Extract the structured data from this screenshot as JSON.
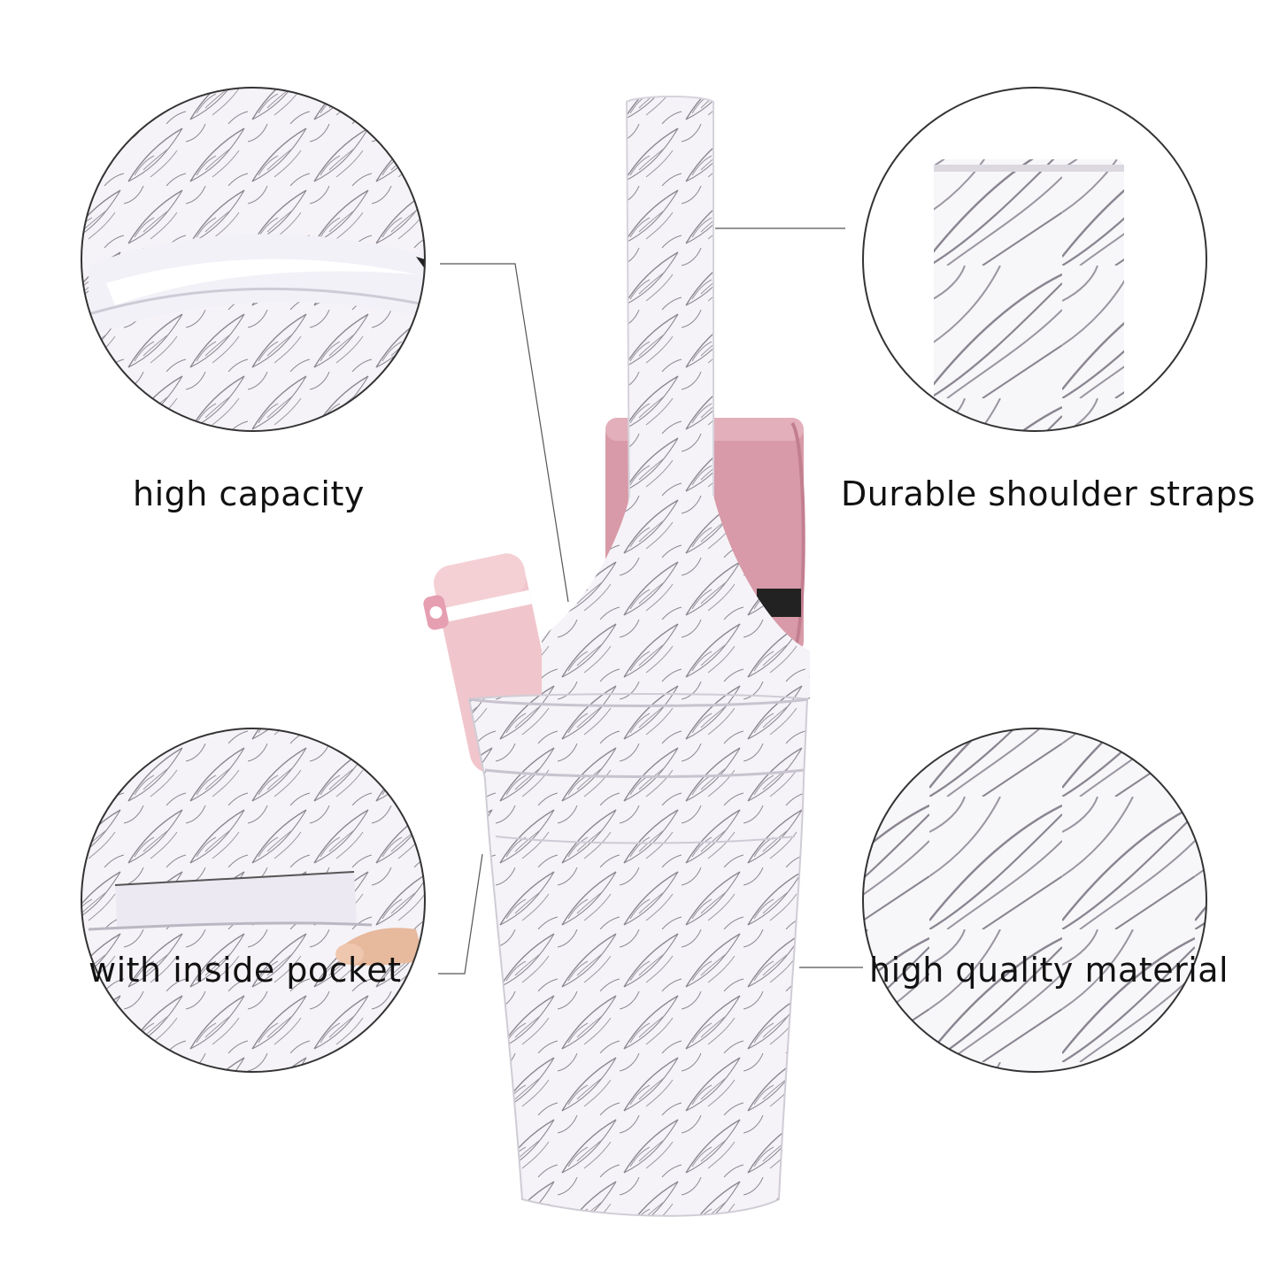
{
  "features": {
    "top_left": "high capacity",
    "top_right": "Durable shoulder straps",
    "bottom_left": "with inside pocket",
    "bottom_right": "high quality material"
  },
  "colors": {
    "background": "#ffffff",
    "fabric": "#f4f2f6",
    "leaf_line": "#8a8590",
    "mat_pink": "#d89aa8",
    "bottle_pink": "#f0c6cc",
    "strap_band": "#222222",
    "leader_line": "#555555",
    "circle_border": "#333333"
  }
}
